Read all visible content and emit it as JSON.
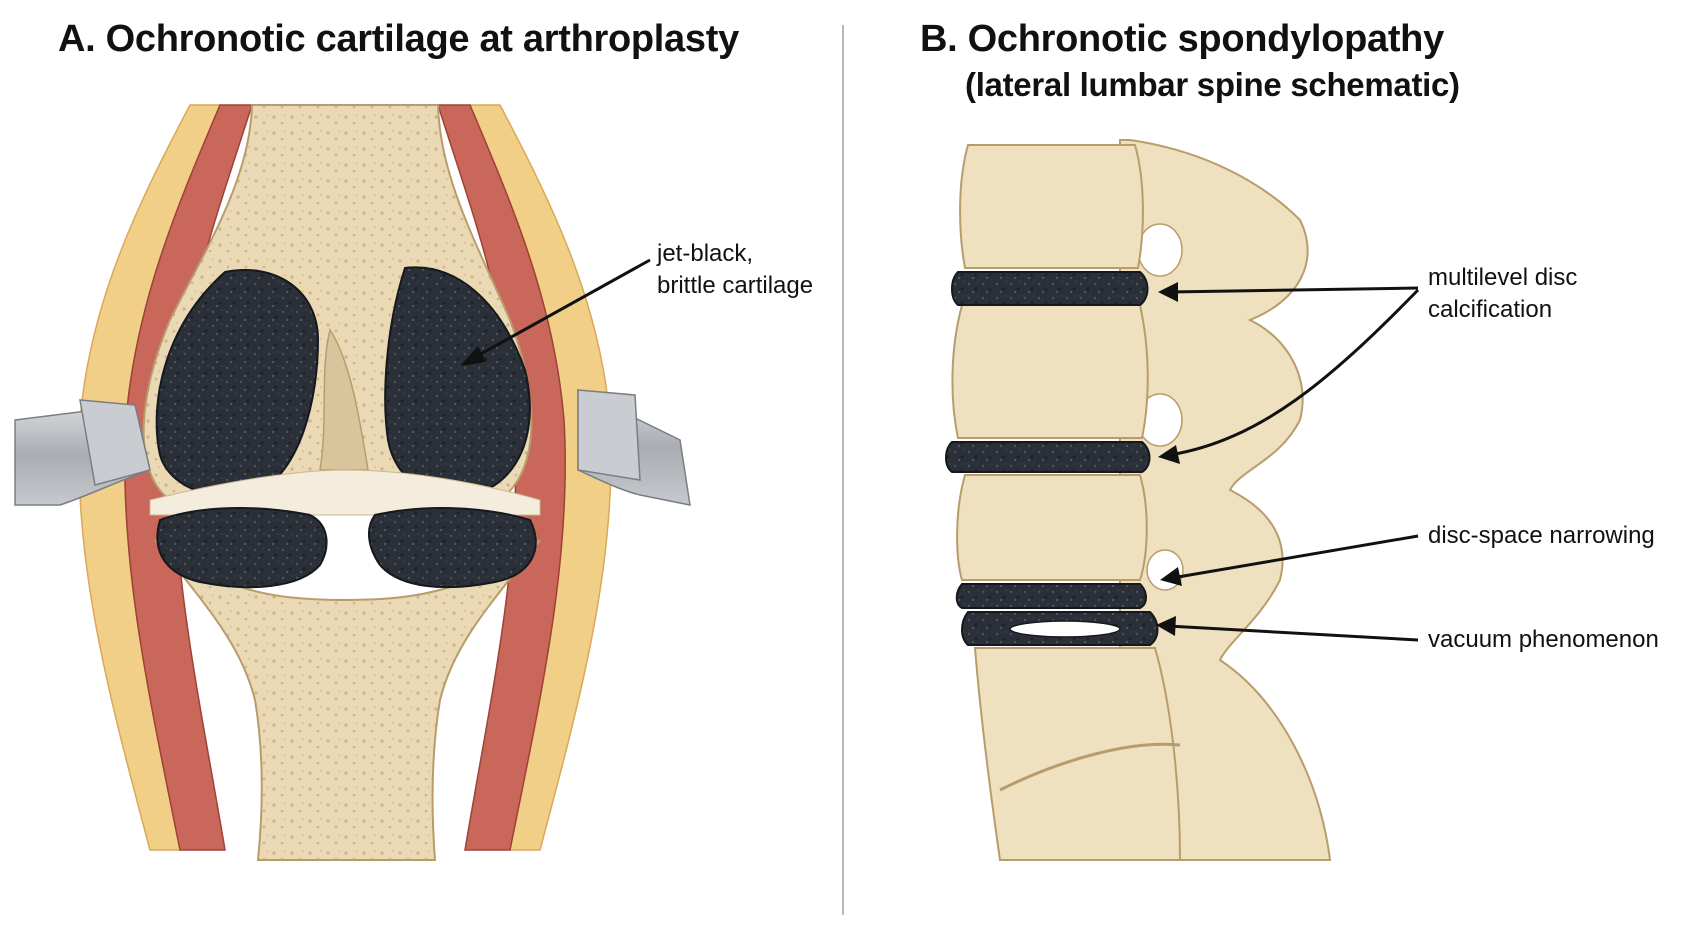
{
  "panel_a": {
    "title": "A. Ochronotic cartilage at arthroplasty",
    "callouts": {
      "cartilage_line1": "jet-black,",
      "cartilage_line2": "brittle cartilage"
    }
  },
  "panel_b": {
    "title": "B. Ochronotic spondylopathy",
    "subtitle": "(lateral lumbar spine schematic)",
    "callouts": {
      "calcification_line1": "multilevel disc",
      "calcification_line2": "calcification",
      "narrowing": "disc-space narrowing",
      "vacuum": "vacuum phenomenon"
    }
  },
  "colors": {
    "bone": "#efe0bf",
    "bone_shadow": "#d9c59c",
    "ochronotic_cartilage": "#2b3038",
    "muscle": "#c9675a",
    "fat": "#f2cf86",
    "retractor": "#b9bcc0",
    "divider": "#b8b8b8"
  },
  "icons": {
    "retractor_left": "surgical-retractor-icon",
    "retractor_right": "surgical-retractor-icon"
  }
}
